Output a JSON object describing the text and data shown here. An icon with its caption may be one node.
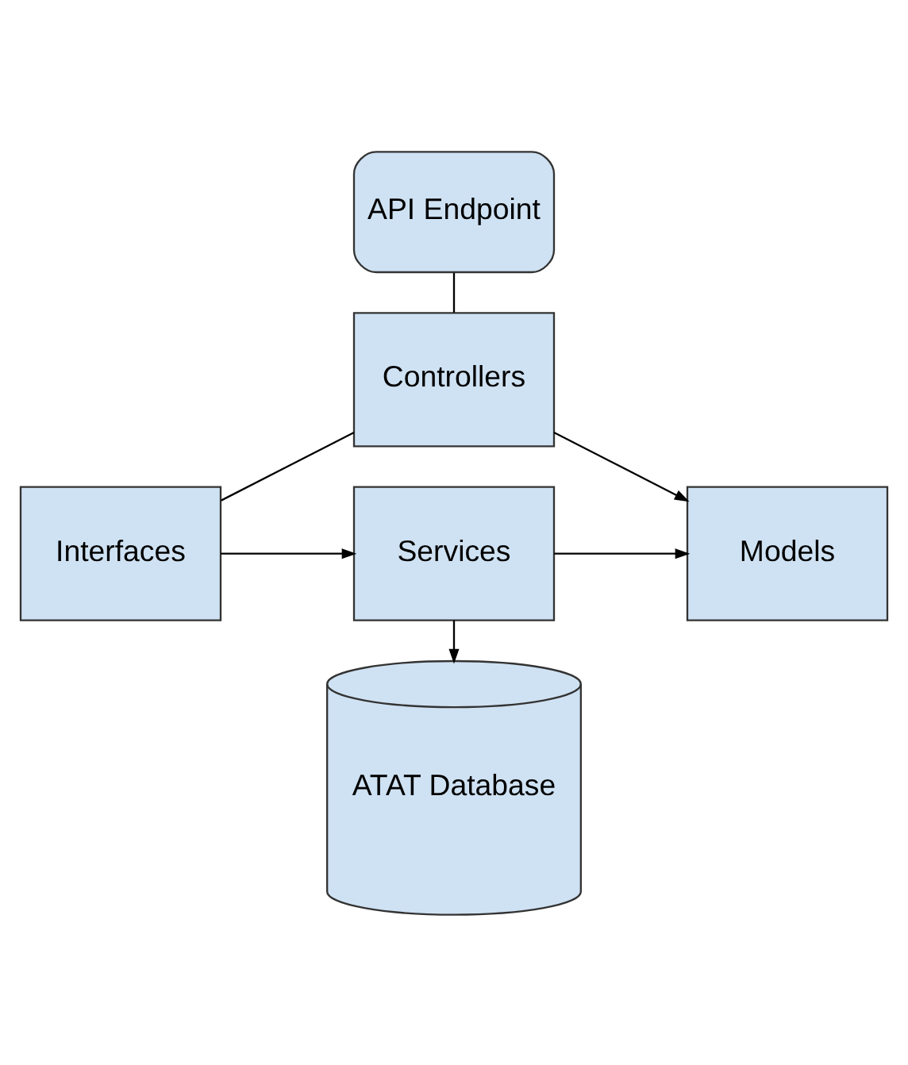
{
  "diagram": {
    "nodes": [
      {
        "text": [
          "API Endpoint"
        ]
      },
      {
        "text": [
          "Controllers"
        ]
      },
      {
        "text": [
          "Interfaces"
        ]
      },
      {
        "text": [
          "Services"
        ]
      },
      {
        "text": [
          "Models"
        ]
      },
      {
        "text": [
          "ATAT Database"
        ]
      }
    ],
    "edges": [
      {
        "from": 0,
        "to": 1,
        "arrow": "none"
      },
      {
        "from": 1,
        "to": 2,
        "arrow": "none"
      },
      {
        "from": 2,
        "to": 3,
        "arrow": "to"
      },
      {
        "from": 3,
        "to": 4,
        "arrow": "to"
      },
      {
        "from": 1,
        "to": 4,
        "arrow": "to"
      },
      {
        "from": 3,
        "to": 5,
        "arrow": "to"
      }
    ]
  }
}
